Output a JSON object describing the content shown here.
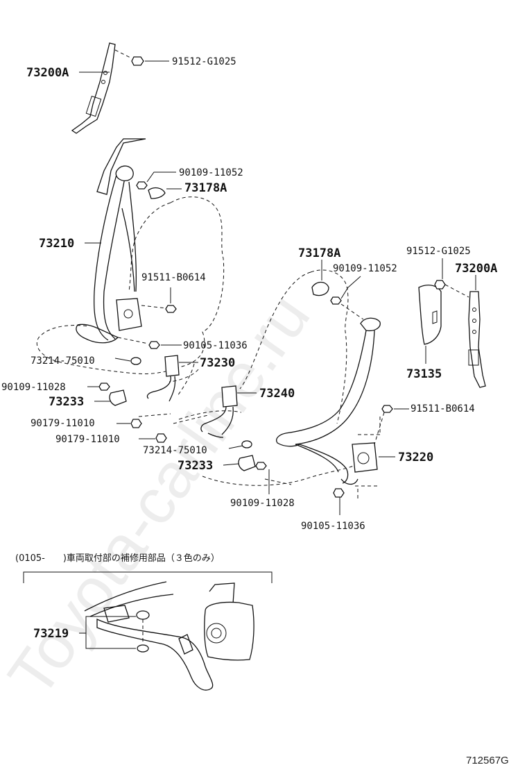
{
  "watermark": "Toyota-carline.ru",
  "diagram_ref": "712567G",
  "note": {
    "text": "(0105-　　)車両取付部の補修用部品（３色のみ）"
  },
  "labels": {
    "p73200A_left": "73200A",
    "p91512_left": "91512-G1025",
    "p90109_11052_left": "90109-11052",
    "p73178A_left": "73178A",
    "p73210": "73210",
    "p91511_left": "91511-B0614",
    "p90105_left": "90105-11036",
    "p73214_left": "73214-75010",
    "p73230": "73230",
    "p90109_11028_left": "90109-11028",
    "p73233_left": "73233",
    "p90179_a": "90179-11010",
    "p90179_b": "90179-11010",
    "p73240": "73240",
    "p73214_right": "73214-75010",
    "p73233_right": "73233",
    "p90109_11028_right": "90109-11028",
    "p73178A_right": "73178A",
    "p90109_11052_right": "90109-11052",
    "p91512_right": "91512-G1025",
    "p73200A_right": "73200A",
    "p73135": "73135",
    "p91511_right": "91511-B0614",
    "p73220": "73220",
    "p90105_right": "90105-11036",
    "p73219": "73219"
  }
}
